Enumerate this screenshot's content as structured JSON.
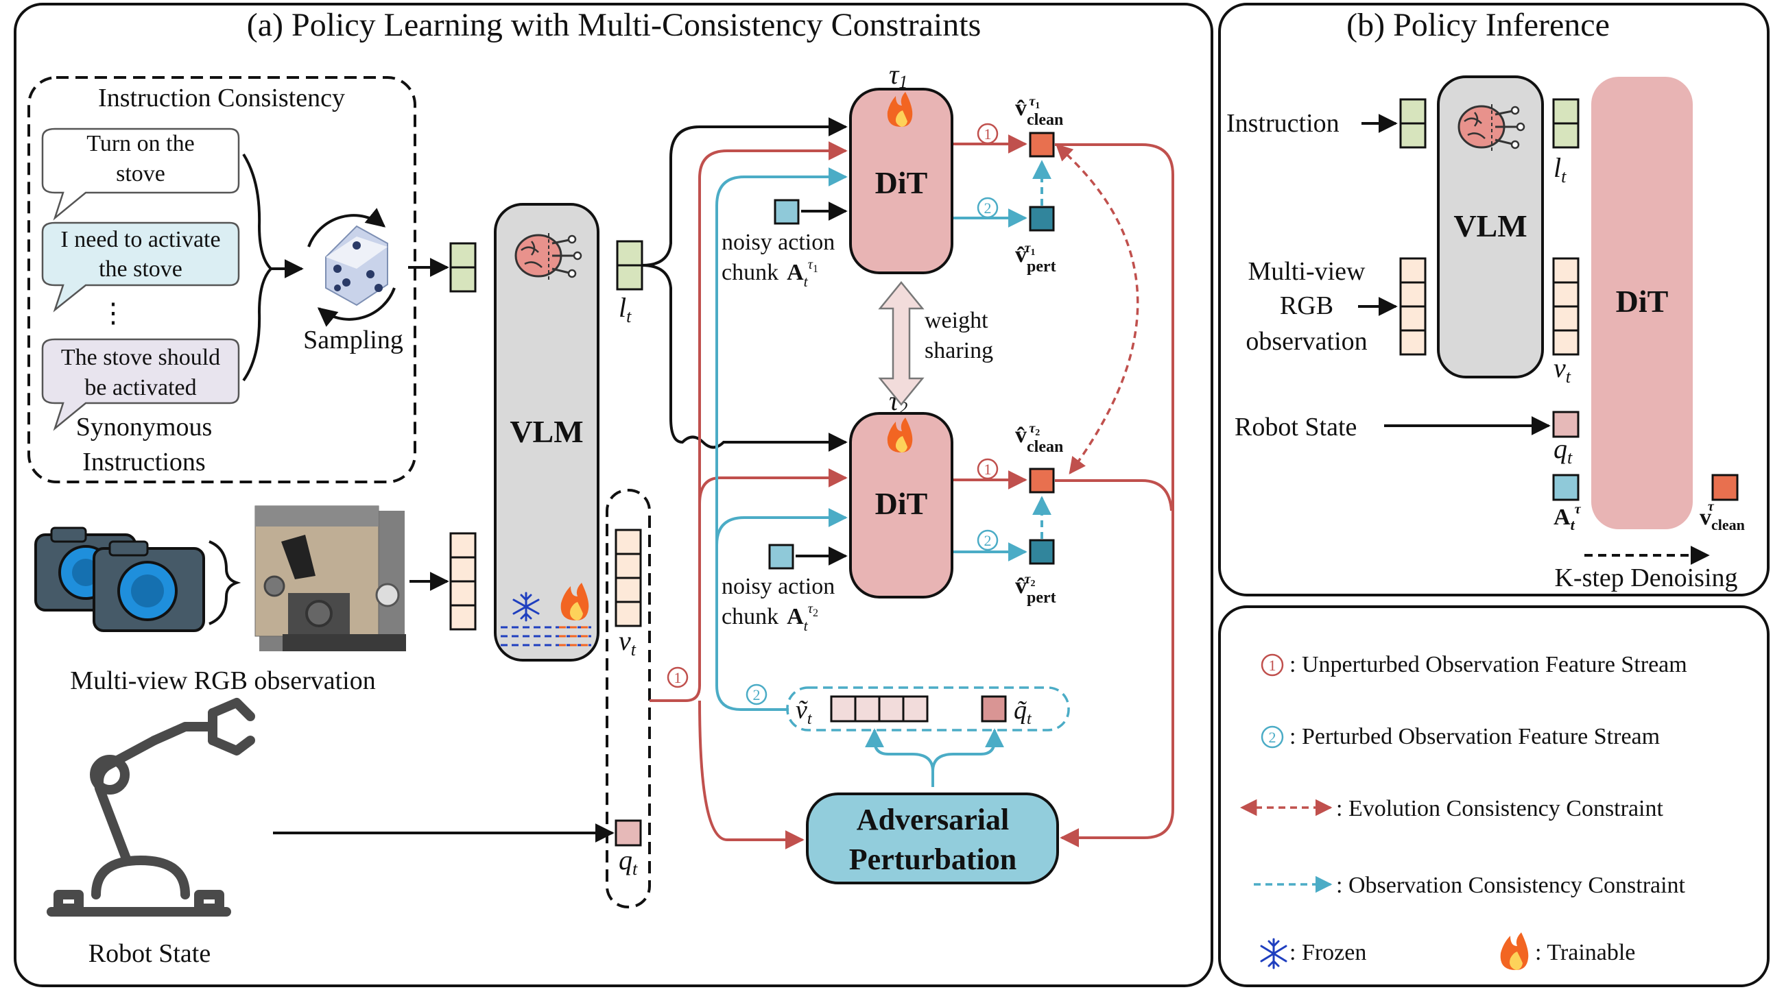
{
  "panel_a": {
    "title": "(a)  Policy Learning with Multi-Consistency Constraints",
    "instruction_consistency": {
      "title": "Instruction Consistency",
      "bubble1": [
        "Turn on the",
        "stove"
      ],
      "bubble2": [
        "I need to activate",
        "the stove"
      ],
      "ellipsis": "⋮",
      "bubble3": [
        "The stove should",
        "be activated"
      ],
      "caption": [
        "Synonymous",
        "Instructions"
      ]
    },
    "sampling_label": "Sampling",
    "multiview_label": "Multi-view RGB observation",
    "robot_state_label": "Robot State",
    "vlm_label": "VLM",
    "lt_label": "l",
    "lt_sub": "t",
    "vt_label": "v",
    "vt_sub": "t",
    "qt_label": "q",
    "qt_sub": "t",
    "dit_label": "DiT",
    "tau1": "τ",
    "tau1_sub": "1",
    "tau2": "τ",
    "tau2_sub": "2",
    "noisy_action": [
      "noisy action",
      "chunk"
    ],
    "action_symbol": "A",
    "weight_sharing": [
      "weight",
      "sharing"
    ],
    "v_clean": "v̂",
    "clean_sub": "clean",
    "pert_sub": "pert",
    "circle1": "1",
    "circle2": "2",
    "vt_tilde": "ṽ",
    "qt_tilde": "q̃",
    "adversarial": [
      "Adversarial",
      "Perturbation"
    ]
  },
  "panel_b": {
    "title": "(b)  Policy Inference",
    "instruction": "Instruction",
    "multiview": [
      "Multi-view",
      "RGB",
      "observation"
    ],
    "robot_state": "Robot State",
    "vlm_label": "VLM",
    "dit_label": "DiT",
    "k_step": "K-step Denoising",
    "v_clean": "v",
    "v_sub": "clean",
    "v_sup": "τ",
    "a_sup": "τ"
  },
  "legend": {
    "items": [
      {
        "marker": "1",
        "text": ": Unperturbed Observation Feature Stream"
      },
      {
        "marker": "2",
        "text": ": Perturbed Observation Feature Stream"
      },
      {
        "marker": "",
        "text": ": Evolution Consistency Constraint"
      },
      {
        "marker": "",
        "text": ": Observation Consistency Constraint"
      }
    ],
    "frozen": ": Frozen",
    "trainable": ": Trainable"
  },
  "colors": {
    "red": "#c0504d",
    "blue": "#4bacc6",
    "dit_fill": "#e8b4b4",
    "vlm_fill": "#d9d9d9",
    "green_token": "#d7e4bd",
    "peach_token": "#fde9d9",
    "pink_token": "#e6b9b8",
    "orange_token": "#e8704f",
    "adv_fill": "#92cddc",
    "blue_token": "#8fc9d9"
  }
}
